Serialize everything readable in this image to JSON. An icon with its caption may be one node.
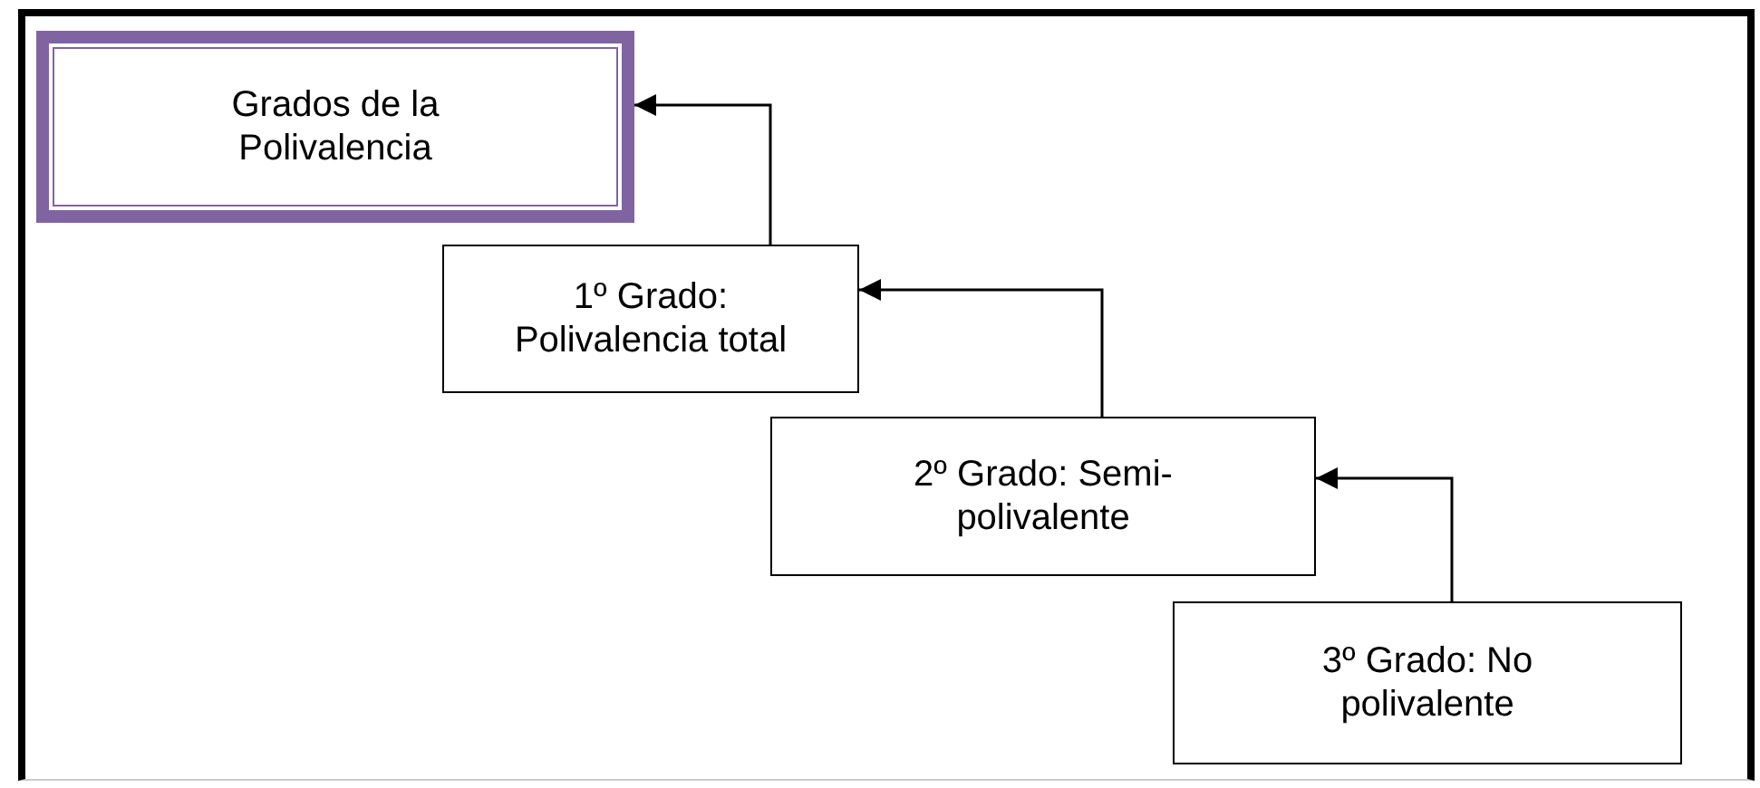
{
  "diagram": {
    "nodes": [
      {
        "text": [
          "Grados de la Polivalencia"
        ]
      },
      {
        "text": [
          "1º Grado: Polivalencia total"
        ]
      },
      {
        "text": [
          "2º Grado: Semi-polivalente"
        ]
      },
      {
        "text": [
          "3º Grado: No polivalente"
        ]
      }
    ],
    "edges": [
      {
        "from": 1,
        "to": 0,
        "arrow": "to"
      },
      {
        "from": 2,
        "to": 1,
        "arrow": "to"
      },
      {
        "from": 3,
        "to": 2,
        "arrow": "to"
      }
    ]
  }
}
